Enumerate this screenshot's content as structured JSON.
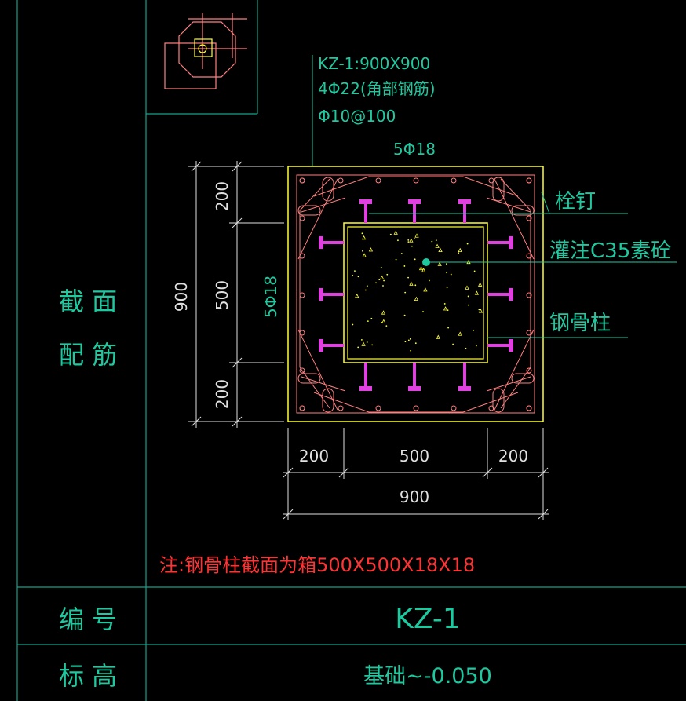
{
  "table": {
    "section_label_line1": "截 面",
    "section_label_line2": "配 筋",
    "number_label": "编 号",
    "number_value": "KZ-1",
    "elevation_label": "标 高",
    "elevation_value": "基础~-0.050"
  },
  "column_spec": {
    "line1": "KZ-1:900X900",
    "line2": "4Φ22(角部钢筋)",
    "line3": "Φ10@100",
    "top_bars": "5Φ18",
    "side_bars": "5Φ18"
  },
  "callouts": {
    "stud": "栓钉",
    "grout": "灌注C35素砼",
    "steel_column": "钢骨柱"
  },
  "dimensions": {
    "left_total": "900",
    "left_top": "200",
    "left_mid": "500",
    "left_bot": "200",
    "bottom_left": "200",
    "bottom_mid": "500",
    "bottom_right": "200",
    "bottom_total": "900"
  },
  "note": "注:钢骨柱截面为箱500X500X18X18",
  "colors": {
    "background": "#000000",
    "frame": "#13a38a",
    "text": "#1fc9a0",
    "yellow": "#ffff33",
    "magenta": "#e040e0",
    "red": "#ff3333",
    "pink": "#ff8080",
    "white": "#e0e0e0"
  }
}
